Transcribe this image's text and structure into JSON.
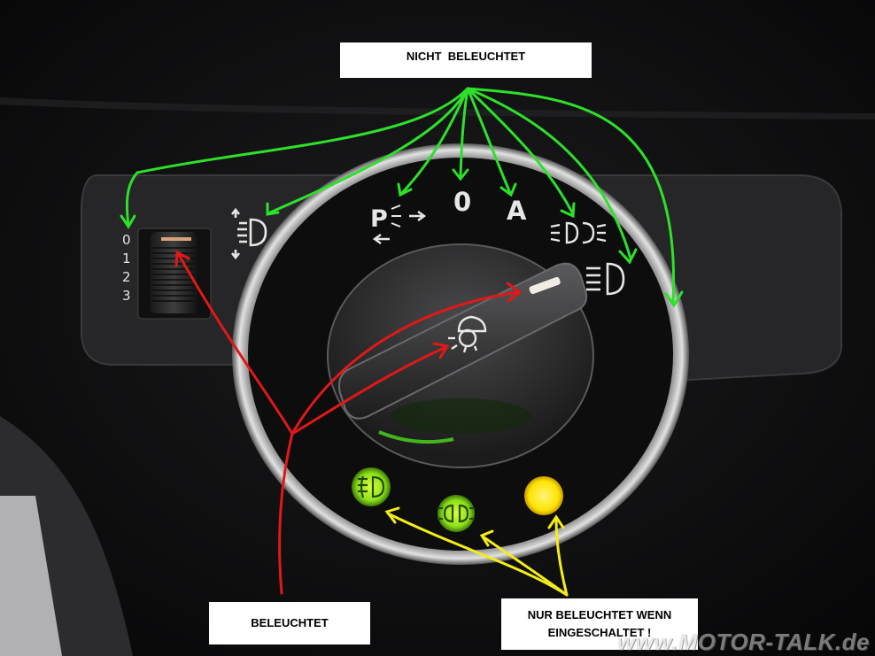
{
  "labels": {
    "top": "NICHT  BELEUCHTET",
    "bottom_left": "BELEUCHTET",
    "bottom_right_line1": "NUR BELEUCHTET WENN",
    "bottom_right_line2": "EINGESCHALTET !"
  },
  "dimmer_scale": [
    "0",
    "1",
    "2",
    "3"
  ],
  "switch_positions": [
    "P",
    "0",
    "A"
  ],
  "watermark": "www.MOTOR-TALK.de",
  "colors": {
    "annotation_green": "#2de02a",
    "annotation_red": "#e01818",
    "annotation_yellow": "#f2ec1a",
    "indicator_green": "#b6f21c",
    "indicator_yellow": "#ffe400"
  },
  "icons": [
    "headlight-range-icon",
    "parking-light-icon",
    "low-beam-icon",
    "auto-light-icon",
    "interior-light-icon",
    "fog-light-icon",
    "rear-fog-light-icon"
  ]
}
